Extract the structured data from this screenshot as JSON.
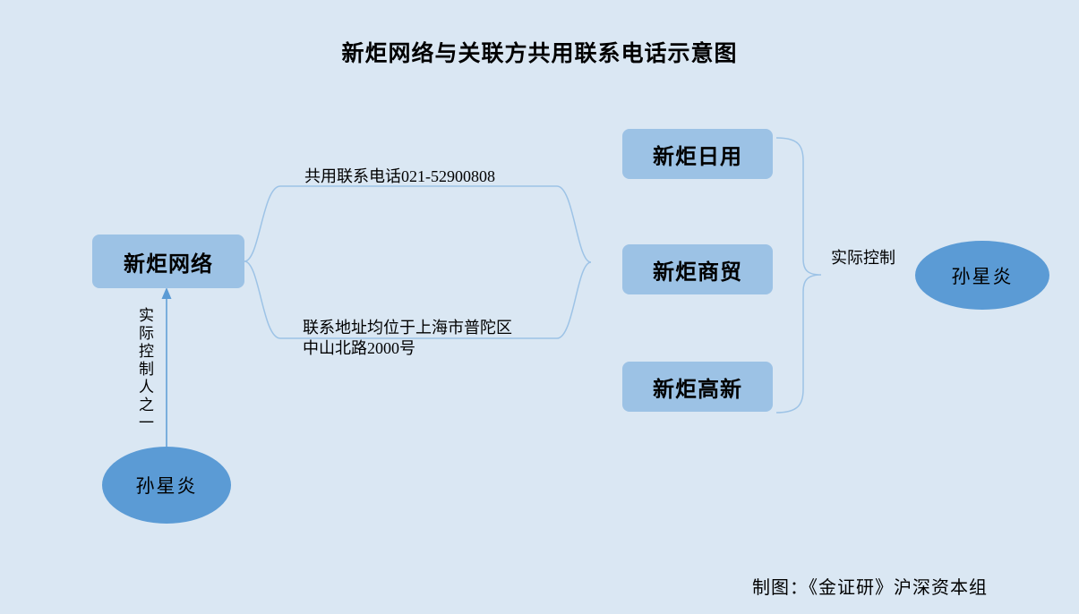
{
  "title": "新炬网络与关联方共用联系电话示意图",
  "colors": {
    "background": "#dae7f3",
    "box_fill": "#9cc2e5",
    "ellipse_fill": "#5b9bd5",
    "line": "#9dc3e6",
    "arrow": "#5b9bd5",
    "text": "#000000"
  },
  "nodes": {
    "main_company": "新炬网络",
    "related_1": "新炬日用",
    "related_2": "新炬商贸",
    "related_3": "新炬高新",
    "controller_left": "孙星炎",
    "controller_right": "孙星炎"
  },
  "labels": {
    "shared_phone": "共用联系电话021-52900808",
    "shared_address_line1": "联系地址均位于上海市普陀区",
    "shared_address_line2": "中山北路2000号",
    "actual_control": "实际控制",
    "actual_controller_vertical": "实际控制人之一"
  },
  "footer": "制图：《金证研》沪深资本组"
}
